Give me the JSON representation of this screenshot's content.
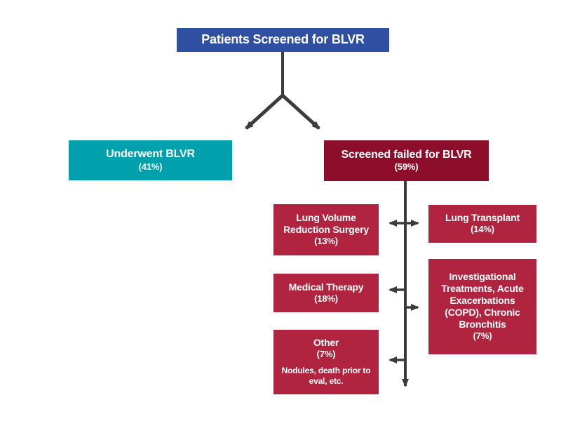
{
  "diagram": {
    "root": {
      "label": "Patients Screened for BLVR"
    },
    "underwent": {
      "label": "Underwent BLVR",
      "pct": "(41%)"
    },
    "failed": {
      "label": "Screened failed for BLVR",
      "pct": "(59%)"
    },
    "lvrs": {
      "label": "Lung Volume Reduction Surgery",
      "pct": "(13%)"
    },
    "transplant": {
      "label": "Lung Transplant",
      "pct": "(14%)"
    },
    "medical": {
      "label": "Medical Therapy",
      "pct": "(18%)"
    },
    "investigational": {
      "label": "Investigational Treatments, Acute Exacerbations (COPD), Chronic Bronchitis",
      "pct": "(7%)"
    },
    "other": {
      "label": "Other",
      "pct": "(7%)",
      "note": "Nodules, death prior to eval, etc."
    }
  },
  "colors": {
    "root_blue": "#2F4FA2",
    "underwent_teal": "#00A1AC",
    "failed_maroon": "#8C0E2B",
    "subnode_crimson": "#B0243F",
    "connector_gray": "#3B3B3B",
    "text_white": "#FFFFFF",
    "background": "#FFFFFF"
  }
}
